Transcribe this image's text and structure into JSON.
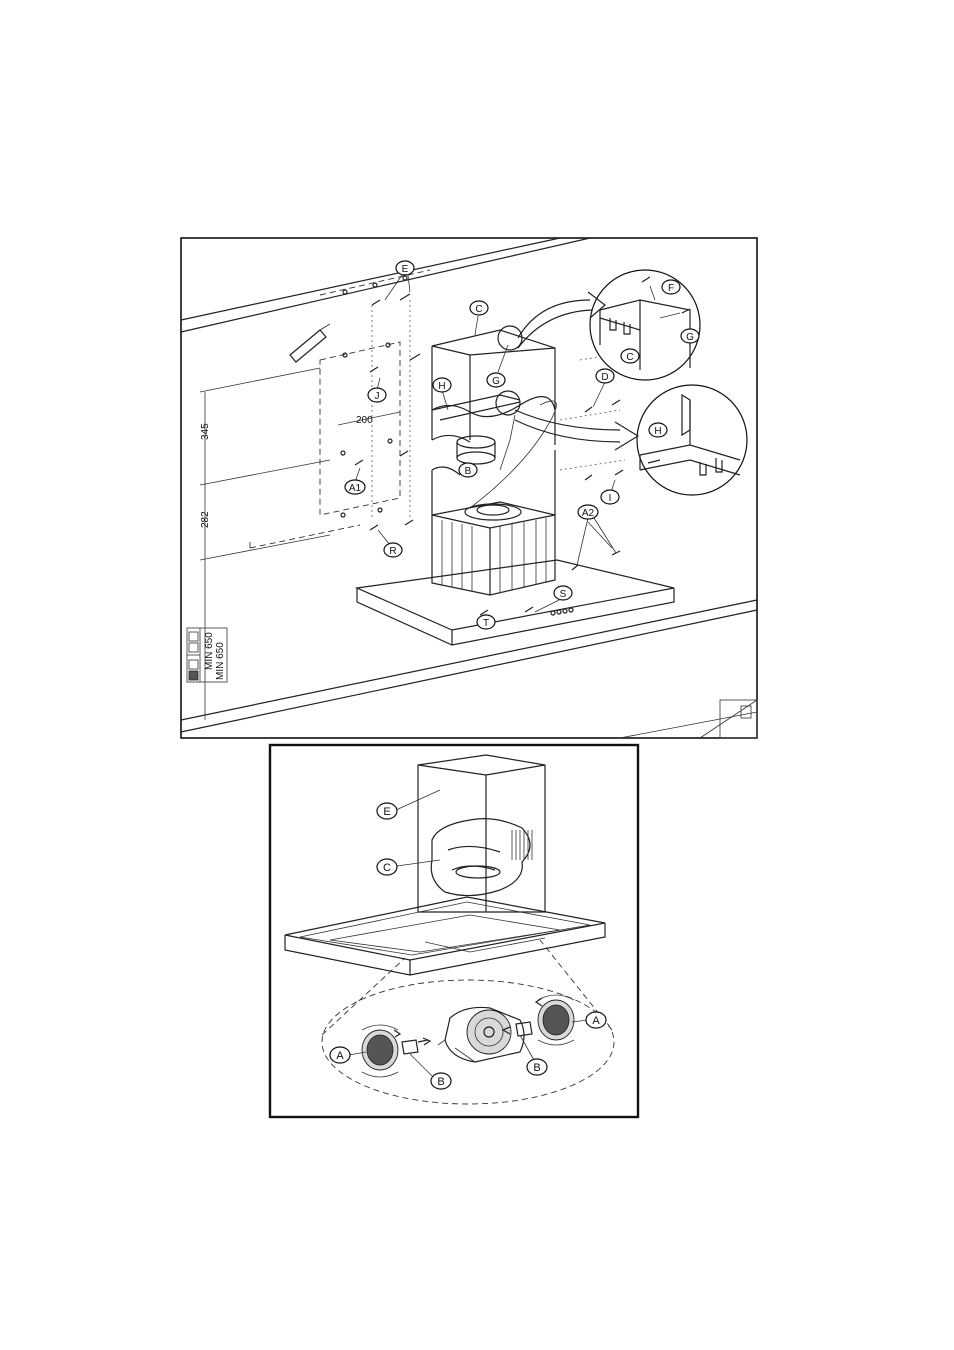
{
  "panel_top": {
    "labels": {
      "E": "E",
      "C": "C",
      "F": "F",
      "G": "G",
      "J": "J",
      "H": "H",
      "D": "D",
      "B": "B",
      "A1": "A1",
      "I": "I",
      "A2": "A2",
      "R": "R",
      "S": "S",
      "T": "T"
    },
    "dimensions": {
      "width": "200",
      "height_upper": "345",
      "height_lower": "282"
    },
    "min_legend": {
      "electric": "MIN 650",
      "gas": "MIN 650",
      "min_1": "MIN 650",
      "min_2": "MIN 650"
    }
  },
  "panel_bottom": {
    "labels": {
      "E": "E",
      "C": "C",
      "A_left": "A",
      "A_right": "A",
      "B_left": "B",
      "B_right": "B"
    }
  },
  "colors": {
    "line": "#222222",
    "frame": "#111111",
    "shade": "#d9d9d9"
  }
}
